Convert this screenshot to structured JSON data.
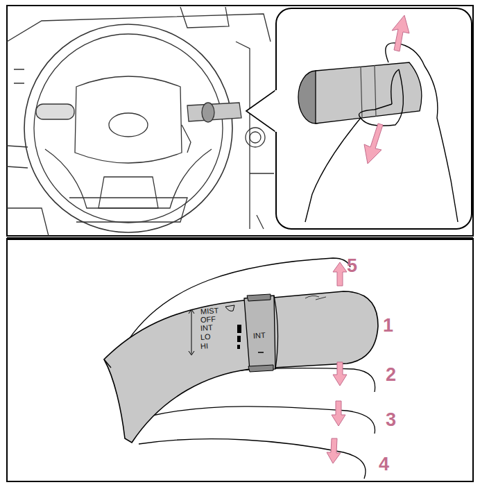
{
  "diagram": {
    "labels": [
      "MIST",
      "OFF",
      "INT",
      "LO",
      "HI",
      "INT",
      "5",
      "1",
      "2",
      "3",
      "4"
    ]
  }
}
